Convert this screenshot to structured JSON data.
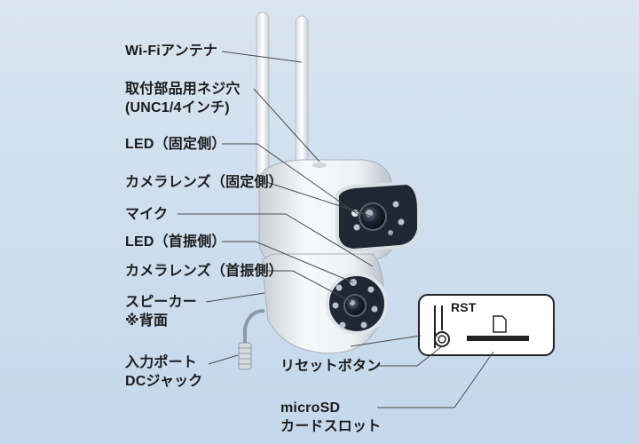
{
  "labels": {
    "wifi_antenna": "Wi-Fiアンテナ",
    "mount_hole_line1": "取付部品用ネジ穴",
    "mount_hole_line2": "(UNC1/4インチ)",
    "led_fixed": "LED（固定側）",
    "lens_fixed": "カメラレンズ（固定側）",
    "mic": "マイク",
    "led_pan": "LED（首振側）",
    "lens_pan": "カメラレンズ（首振側）",
    "speaker_line1": "スピーカー",
    "speaker_line2": "※背面",
    "dc_line1": "入力ポート",
    "dc_line2": "DCジャック",
    "reset_button": "リセットボタン",
    "sd_line1": "microSD",
    "sd_line2": "カードスロット",
    "rst": "RST"
  },
  "colors": {
    "leader": "#4a4a4a",
    "camera_body": "#f4f6f8",
    "lens_face": "#1f2733"
  }
}
